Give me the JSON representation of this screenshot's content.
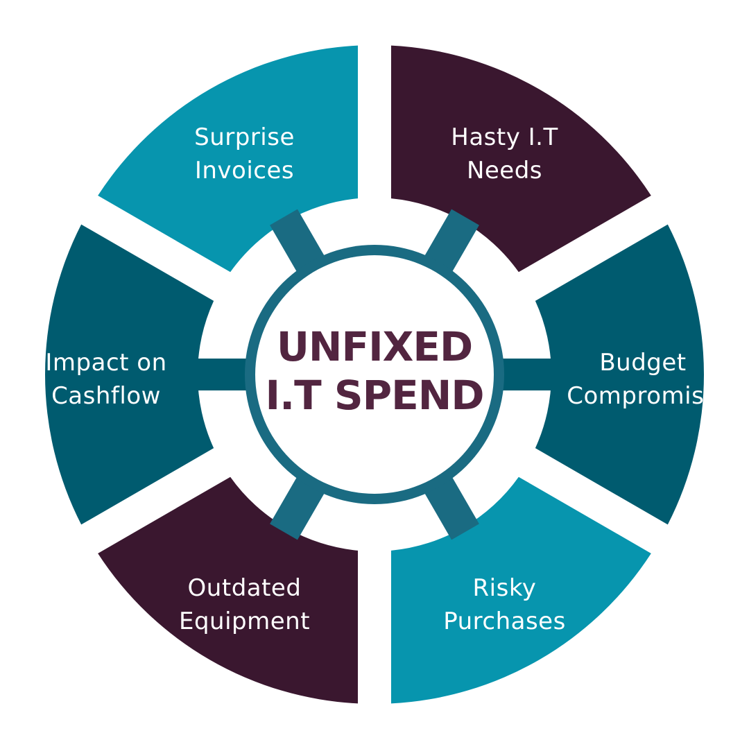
{
  "center": {
    "title_line1": "UNFIXED",
    "title_line2": "I.T SPEND"
  },
  "segments": [
    {
      "id": "hasty-it-needs",
      "line1": "Hasty I.T",
      "line2": "Needs",
      "color": "#3a172f"
    },
    {
      "id": "budget-compromise",
      "line1": "Budget",
      "line2": "Compromise",
      "color": "#005b6f"
    },
    {
      "id": "risky-purchases",
      "line1": "Risky",
      "line2": "Purchases",
      "color": "#0795ae"
    },
    {
      "id": "outdated-equipment",
      "line1": "Outdated",
      "line2": "Equipment",
      "color": "#3a172f"
    },
    {
      "id": "impact-on-cashflow",
      "line1": "Impact on",
      "line2": "Cashflow",
      "color": "#005b6f"
    },
    {
      "id": "surprise-invoices",
      "line1": "Surprise",
      "line2": "Invoices",
      "color": "#0795ae"
    }
  ],
  "colors": {
    "ring": "#1a6b82",
    "center_fill": "#ffffff",
    "title": "#522540",
    "label_text": "#ffffff"
  }
}
